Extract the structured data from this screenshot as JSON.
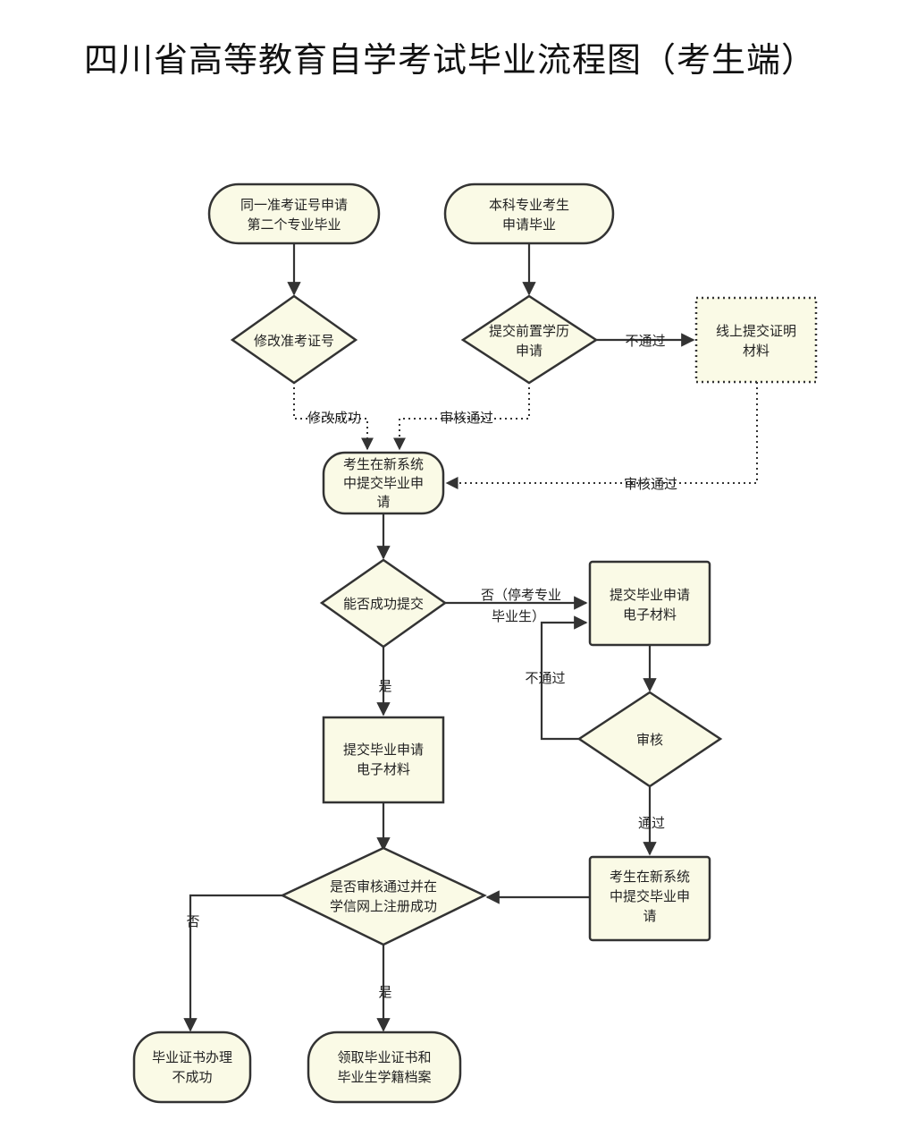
{
  "title": "四川省高等教育自学考试毕业流程图（考生端）",
  "nodes": {
    "n1": [
      "同一准考证号申请",
      "第二个专业毕业"
    ],
    "n2": [
      "本科专业考生",
      "申请毕业"
    ],
    "n3": [
      "修改准考证号"
    ],
    "n4": [
      "提交前置学历",
      "申请"
    ],
    "n5": [
      "线上提交证明",
      "材料"
    ],
    "n6": [
      "考生在新系统",
      "中提交毕业申",
      "请"
    ],
    "n7": [
      "能否成功提交"
    ],
    "n8": [
      "提交毕业申请",
      "电子材料"
    ],
    "n9": [
      "提交毕业申请",
      "电子材料"
    ],
    "n10": [
      "审核"
    ],
    "n11": [
      "是否审核通过并在",
      "学信网上注册成功"
    ],
    "n12": [
      "考生在新系统",
      "中提交毕业申",
      "请"
    ],
    "n13": [
      "毕业证书办理",
      "不成功"
    ],
    "n14": [
      "领取毕业证书和",
      "毕业生学籍档案"
    ]
  },
  "edges": {
    "e_n3_n6": "修改成功",
    "e_n4_n6": "审核通过",
    "e_n4_n5": "不通过",
    "e_n5_n6": "审核通过",
    "e_n7_n9": [
      "否（停考专业",
      "毕业生）"
    ],
    "e_n7_n8": "是",
    "e_n10_n9": "不通过",
    "e_n10_n12": "通过",
    "e_n11_n13": "否",
    "e_n11_n14": "是"
  }
}
